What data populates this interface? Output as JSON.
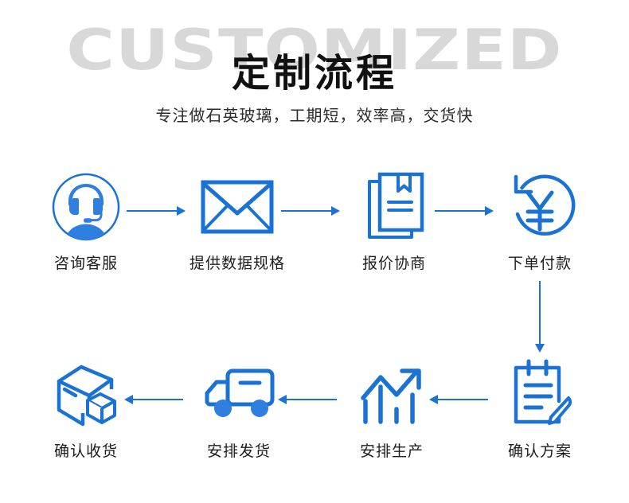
{
  "header": {
    "watermark": "CUSTOMIZED",
    "title": "定制流程",
    "subtitle": "专注做石英玻璃，工期短，效率高，交货快"
  },
  "colors": {
    "accent": "#1a73d4",
    "accent_fill": "#2e7fe0",
    "watermark": "#d8d8d8",
    "title": "#111111",
    "label": "#1d1d1d",
    "background": "#ffffff"
  },
  "flow": {
    "row1": [
      {
        "label": "咨询客服",
        "icon": "headset-support-icon"
      },
      {
        "label": "提供数据规格",
        "icon": "envelope-icon"
      },
      {
        "label": "报价协商",
        "icon": "documents-quotation-icon"
      },
      {
        "label": "下单付款",
        "icon": "yuan-payment-refresh-icon"
      }
    ],
    "row2": [
      {
        "label": "确认收货",
        "icon": "package-box-icon"
      },
      {
        "label": "安排发货",
        "icon": "delivery-truck-icon"
      },
      {
        "label": "安排生产",
        "icon": "growth-chart-icon"
      },
      {
        "label": "确认方案",
        "icon": "clipboard-pen-icon"
      }
    ],
    "connectors": [
      {
        "name": "arrow-right-1",
        "direction": "right"
      },
      {
        "name": "arrow-right-2",
        "direction": "right"
      },
      {
        "name": "arrow-right-3",
        "direction": "right"
      },
      {
        "name": "arrow-down-1",
        "direction": "down"
      },
      {
        "name": "arrow-left-1",
        "direction": "left"
      },
      {
        "name": "arrow-left-2",
        "direction": "left"
      },
      {
        "name": "arrow-left-3",
        "direction": "left"
      }
    ]
  }
}
